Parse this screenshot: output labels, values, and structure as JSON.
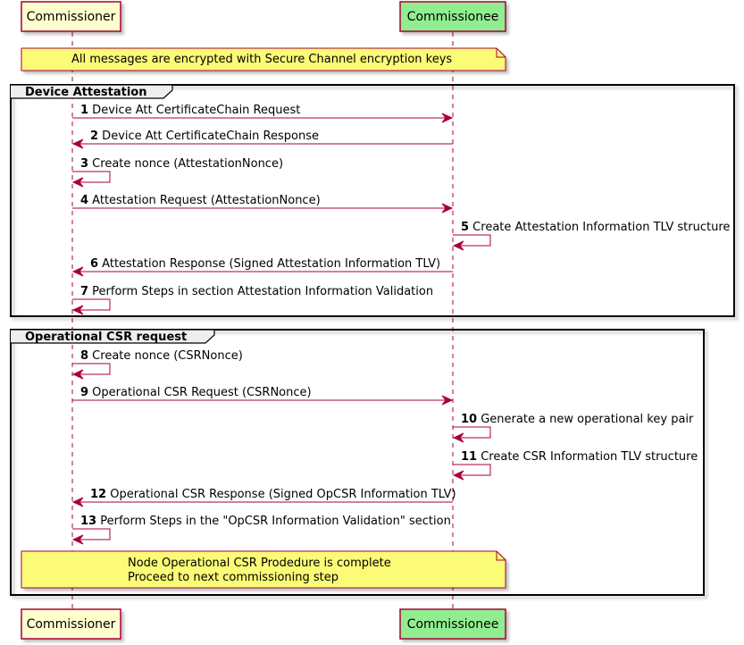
{
  "participants": [
    {
      "name": "Commissioner",
      "fill": "#FEFECE"
    },
    {
      "name": "Commissionee",
      "fill": "#90EE90"
    }
  ],
  "colors": {
    "arrow": "#A80036",
    "participant_border": "#A80036",
    "note_fill": "#FBFB77",
    "note_border": "#A80036",
    "group_border": "#000000"
  },
  "notes": {
    "top": [
      "All messages are encrypted with Secure Channel encryption keys"
    ],
    "bottom": [
      "Node Operational CSR Prodedure is complete",
      "Proceed to next commissioning step"
    ]
  },
  "groups": {
    "attestation": "Device Attestation",
    "csr": "Operational CSR request"
  },
  "messages": [
    {
      "num": "1",
      "text": "Device Att CertificateChain Request"
    },
    {
      "num": "2",
      "text": "Device Att CertificateChain Response"
    },
    {
      "num": "3",
      "text": "Create nonce (AttestationNonce)"
    },
    {
      "num": "4",
      "text": "Attestation Request (AttestationNonce)"
    },
    {
      "num": "5",
      "text": "Create Attestation Information TLV structure"
    },
    {
      "num": "6",
      "text": "Attestation Response (Signed Attestation Information TLV)"
    },
    {
      "num": "7",
      "text": "Perform Steps in section Attestation Information Validation"
    },
    {
      "num": "8",
      "text": "Create nonce (CSRNonce)"
    },
    {
      "num": "9",
      "text": "Operational CSR Request (CSRNonce)"
    },
    {
      "num": "10",
      "text": "Generate a new operational key pair"
    },
    {
      "num": "11",
      "text": "Create CSR Information TLV structure"
    },
    {
      "num": "12",
      "text": "Operational CSR Response (Signed OpCSR Information TLV)"
    },
    {
      "num": "13",
      "text": "Perform Steps in the \"OpCSR Information Validation\" section"
    }
  ]
}
